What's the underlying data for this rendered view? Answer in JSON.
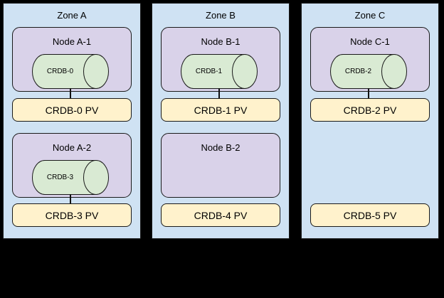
{
  "colors": {
    "canvas": "#000000",
    "zone_fill": "#cfe2f3",
    "node_fill": "#d9d2e9",
    "pod_fill": "#d9ead3",
    "pv_fill": "#fff2cc",
    "border": "#1a1a1a"
  },
  "diagram": {
    "zones": [
      {
        "label": "Zone A",
        "rows": [
          {
            "node_label": "Node A-1",
            "pod_label": "CRDB-0",
            "pv_label": "CRDB-0 PV"
          },
          {
            "node_label": "Node A-2",
            "pod_label": "CRDB-3",
            "pv_label": "CRDB-3 PV"
          }
        ]
      },
      {
        "label": "Zone B",
        "rows": [
          {
            "node_label": "Node B-1",
            "pod_label": "CRDB-1",
            "pv_label": "CRDB-1 PV"
          },
          {
            "node_label": "Node B-2",
            "pv_label": "CRDB-4 PV"
          }
        ]
      },
      {
        "label": "Zone C",
        "rows": [
          {
            "node_label": "Node C-1",
            "pod_label": "CRDB-2",
            "pv_label": "CRDB-2 PV"
          },
          {
            "pv_label": "CRDB-5 PV"
          }
        ]
      }
    ]
  }
}
